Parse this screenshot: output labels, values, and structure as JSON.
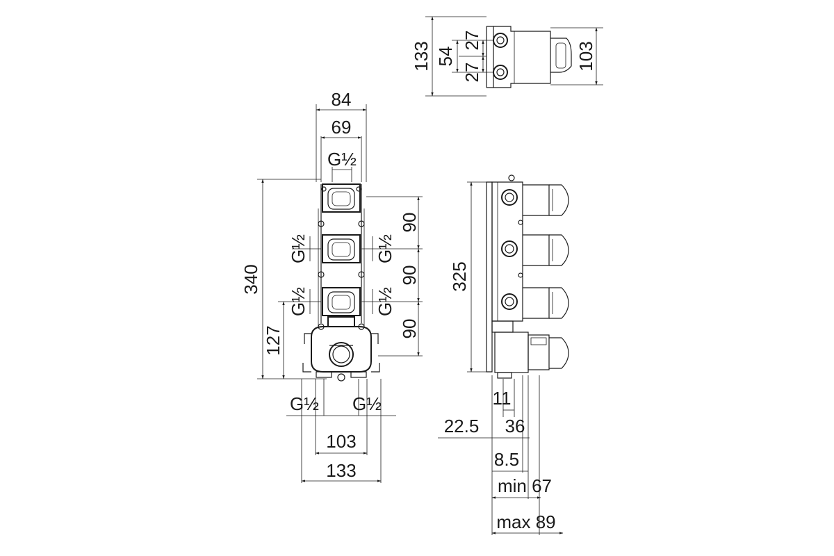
{
  "drawing": {
    "top_view": {
      "overall_height": "133",
      "body_height": "103",
      "center_spacing": "54",
      "half_spacing_top": "27",
      "half_spacing_bottom": "27"
    },
    "front_view": {
      "width_outer": "84",
      "width_inner": "69",
      "thread_top": "G½",
      "thread_left_1": "G½",
      "thread_right_1": "G½",
      "thread_left_2": "G½",
      "thread_right_2": "G½",
      "thread_bottom_left": "G½",
      "thread_bottom_right": "G½",
      "total_height": "340",
      "base_height": "127",
      "pitch_1": "90",
      "pitch_2": "90",
      "pitch_3": "90",
      "bottom_spacing_inner": "103",
      "bottom_spacing_outer": "133"
    },
    "side_view": {
      "height": "325",
      "dim_11": "11",
      "dim_22_5": "22.5",
      "dim_36": "36",
      "dim_8_5": "8.5",
      "dim_min": "min 67",
      "dim_max": "max 89"
    }
  }
}
